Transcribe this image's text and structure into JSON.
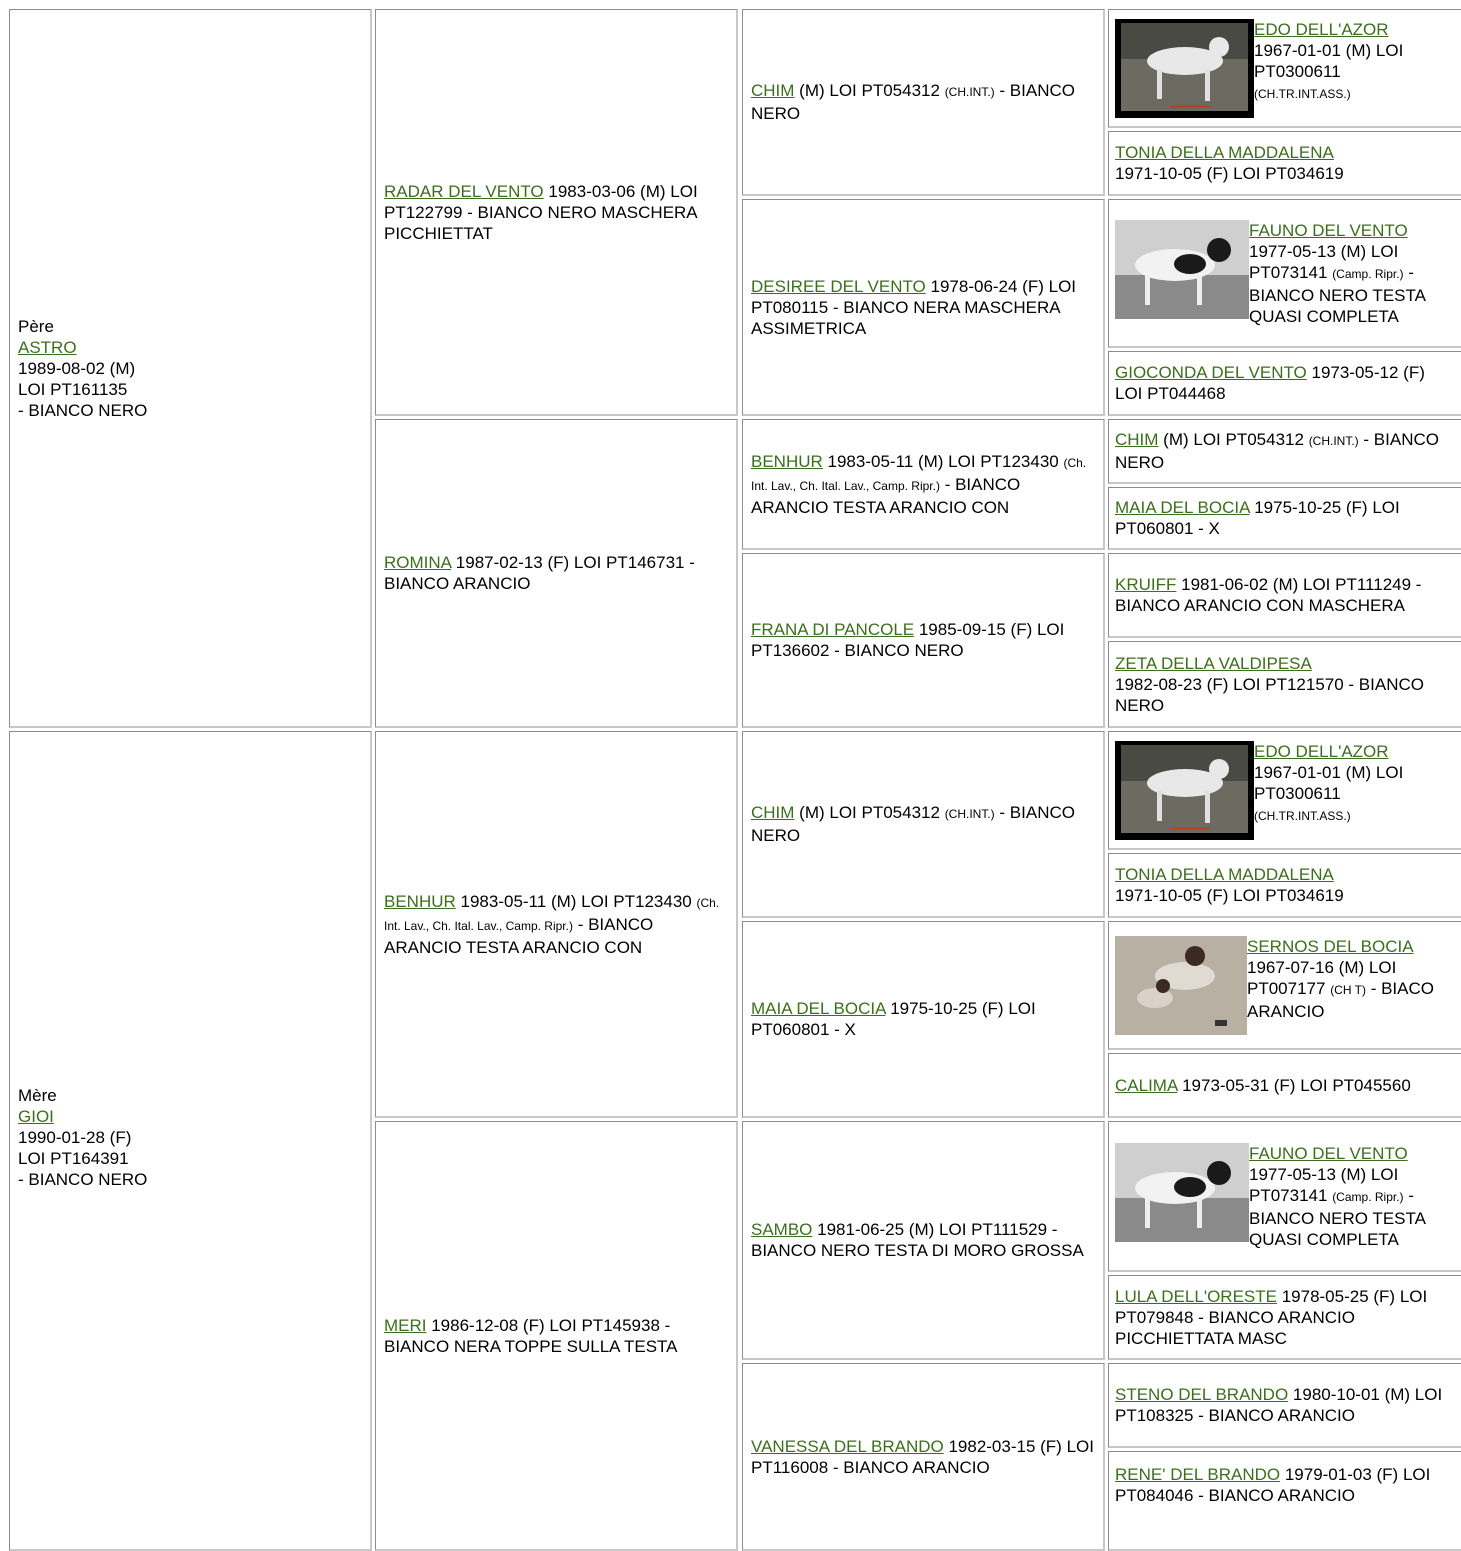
{
  "sire": {
    "label": "Père",
    "name": "ASTRO",
    "line1": "1989-08-02 (M)",
    "line2": "LOI PT161135",
    "line3": "- BIANCO NERO",
    "s": {
      "name": "RADAR DEL VENTO",
      "info": " 1983-03-06 (M) LOI PT122799 - BIANCO NERO MASCHERA PICCHIETTAT",
      "ss": {
        "name": "CHIM",
        "pre": " (M) LOI PT054312 ",
        "small": "(CH.INT.)",
        "post": " - BIANCO NERO",
        "sss": {
          "name": "EDO DELL'AZOR",
          "info": "1967-01-01 (M) LOI PT0300611",
          "small": "(CH.TR.INT.ASS.)"
        },
        "ssd": {
          "name": "TONIA DELLA MADDALENA",
          "info": "1971-10-05 (F) LOI PT034619"
        }
      },
      "sd": {
        "name": "DESIREE DEL VENTO",
        "info": " 1978-06-24 (F) LOI PT080115 - BIANCO NERA MASCHERA ASSIMETRICA",
        "sds": {
          "name": "FAUNO DEL VENTO",
          "info": "1977-05-13 (M) LOI PT073141 ",
          "small": "(Camp. Ripr.)",
          "post": " - BIANCO NERO TESTA QUASI COMPLETA"
        },
        "sdd": {
          "name": "GIOCONDA DEL VENTO",
          "info": " 1973-05-12 (F) LOI PT044468"
        }
      }
    },
    "d": {
      "name": "ROMINA",
      "info": " 1987-02-13 (F) LOI PT146731 - BIANCO ARANCIO",
      "ds": {
        "name": "BENHUR",
        "pre": " 1983-05-11 (M) LOI PT123430 ",
        "small": "(Ch. Int. Lav., Ch. Ital. Lav., Camp. Ripr.)",
        "post": " - BIANCO ARANCIO TESTA ARANCIO CON",
        "dss": {
          "name": "CHIM",
          "pre": " (M) LOI PT054312 ",
          "small": "(CH.INT.)",
          "post": " - BIANCO NERO"
        },
        "dsd": {
          "name": "MAIA DEL BOCIA",
          "info": " 1975-10-25 (F) LOI PT060801 - X"
        }
      },
      "dd": {
        "name": "FRANA DI PANCOLE",
        "info": " 1985-09-15 (F) LOI PT136602 - BIANCO NERO",
        "dds": {
          "name": "KRUIFF",
          "info": " 1981-06-02 (M) LOI PT111249 - BIANCO ARANCIO CON MASCHERA"
        },
        "ddd": {
          "name": "ZETA DELLA VALDIPESA",
          "info": "1982-08-23 (F) LOI PT121570 - BIANCO NERO"
        }
      }
    }
  },
  "dam": {
    "label": "Mère",
    "name": "GIOI",
    "line1": "1990-01-28 (F)",
    "line2": "LOI PT164391",
    "line3": "- BIANCO NERO",
    "s": {
      "name": "BENHUR",
      "pre": " 1983-05-11 (M) LOI PT123430 ",
      "small": "(Ch. Int. Lav., Ch. Ital. Lav., Camp. Ripr.)",
      "post": " - BIANCO ARANCIO TESTA ARANCIO CON",
      "ss": {
        "name": "CHIM",
        "pre": " (M) LOI PT054312 ",
        "small": "(CH.INT.)",
        "post": " - BIANCO NERO",
        "sss": {
          "name": "EDO DELL'AZOR",
          "info": "1967-01-01 (M) LOI PT0300611",
          "small": "(CH.TR.INT.ASS.)"
        },
        "ssd": {
          "name": "TONIA DELLA MADDALENA",
          "info": "1971-10-05 (F) LOI PT034619"
        }
      },
      "sd": {
        "name": "MAIA DEL BOCIA",
        "info": " 1975-10-25 (F) LOI PT060801 - X",
        "sds": {
          "name": "SERNOS DEL BOCIA",
          "info": "1967-07-16 (M) LOI PT007177 ",
          "small": "(CH T)",
          "post": " - BIACO ARANCIO"
        },
        "sdd": {
          "name": "CALIMA",
          "info": " 1973-05-31 (F) LOI PT045560"
        }
      }
    },
    "d": {
      "name": "MERI",
      "info": " 1986-12-08 (F) LOI PT145938 - BIANCO NERA TOPPE SULLA TESTA",
      "ds": {
        "name": "SAMBO",
        "info": " 1981-06-25 (M) LOI PT111529 - BIANCO NERO TESTA DI MORO GROSSA",
        "dss": {
          "name": "FAUNO DEL VENTO",
          "info": "1977-05-13 (M) LOI PT073141 ",
          "small": "(Camp. Ripr.)",
          "post": " - BIANCO NERO TESTA QUASI COMPLETA"
        },
        "dsd": {
          "name": "LULA DELL'ORESTE",
          "info": " 1978-05-25 (F) LOI PT079848 - BIANCO ARANCIO PICCHIETTATA MASC"
        }
      },
      "dd": {
        "name": "VANESSA DEL BRANDO",
        "info": " 1982-03-15 (F) LOI PT116008 - BIANCO ARANCIO",
        "dds": {
          "name": "STENO DEL BRANDO",
          "info": " 1980-10-01 (M) LOI PT108325 - BIANCO ARANCIO"
        },
        "ddd": {
          "name": "RENE' DEL BRANDO",
          "info": " 1979-01-03 (F) LOI PT084046 - BIANCO ARANCIO"
        }
      }
    }
  }
}
